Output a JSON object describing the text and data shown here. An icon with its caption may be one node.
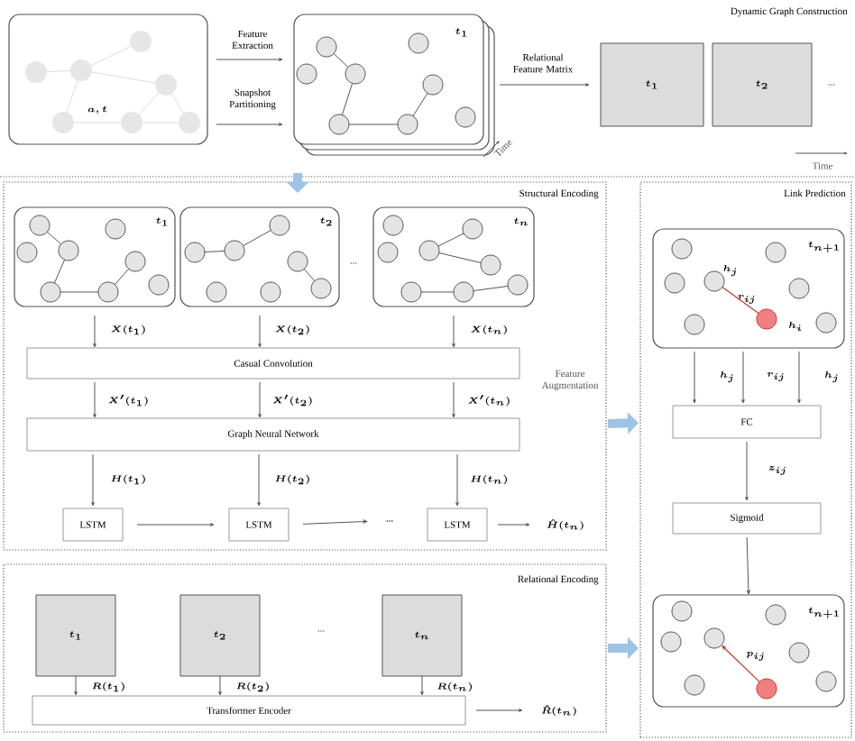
{
  "diagram": {
    "nodes": [
      {
        "text": [
          "Dynamic Graph Construction"
        ]
      },
      {
        "text": [
          "a, t"
        ],
        "in": 0
      },
      {
        "text": [
          "t_1"
        ],
        "in": 0
      },
      {
        "text": [
          "t_1"
        ],
        "in": 0
      },
      {
        "text": [
          "t_2"
        ],
        "in": 0
      },
      {
        "text": [
          "Structural Encoding"
        ]
      },
      {
        "text": [
          "t_1"
        ],
        "in": 5
      },
      {
        "text": [
          "t_2"
        ],
        "in": 5
      },
      {
        "text": [
          "t_n"
        ],
        "in": 5
      },
      {
        "text": [
          "Casual Convolution"
        ],
        "in": 5
      },
      {
        "text": [
          "Graph Neural Network"
        ],
        "in": 5
      },
      {
        "text": [
          "LSTM"
        ],
        "in": 5
      },
      {
        "text": [
          "LSTM"
        ],
        "in": 5
      },
      {
        "text": [
          "LSTM"
        ],
        "in": 5
      },
      {
        "text": [
          "\\hat{H}(t_n)"
        ],
        "in": 5
      },
      {
        "text": [
          "Relational Encoding"
        ]
      },
      {
        "text": [
          "t_1"
        ],
        "in": 15
      },
      {
        "text": [
          "t_2"
        ],
        "in": 15
      },
      {
        "text": [
          "t_n"
        ],
        "in": 15
      },
      {
        "text": [
          "Transformer Encoder"
        ],
        "in": 15
      },
      {
        "text": [
          "\\hat{R}(t_n)"
        ],
        "in": 15
      },
      {
        "text": [
          "Link Prediction"
        ]
      },
      {
        "text": [
          "t_{n+1}",
          "h_j",
          "r_{ij}",
          "h_i"
        ],
        "in": 21
      },
      {
        "text": [
          "FC"
        ],
        "in": 21
      },
      {
        "text": [
          "Sigmoid"
        ],
        "in": 21
      },
      {
        "text": [
          "t_{n+1}",
          "p_{ij}"
        ],
        "in": 21
      },
      {
        "text": [
          "..."
        ],
        "in": 5
      }
    ],
    "edges": [
      {
        "from": 1,
        "to": 2,
        "arrow": "to",
        "label": "Feature Extraction"
      },
      {
        "from": 1,
        "to": 2,
        "arrow": "to",
        "label": "Snapshot Partitioning"
      },
      {
        "from": 2,
        "to": 3,
        "arrow": "to",
        "label": "Relational Feature Matrix"
      },
      {
        "from": 0,
        "to": 5,
        "arrow": "to",
        "style": "thick",
        "color": "#9dc3e6"
      },
      {
        "from": 6,
        "to": 9,
        "arrow": "to",
        "label": "X(t_1)"
      },
      {
        "from": 7,
        "to": 9,
        "arrow": "to",
        "label": "X(t_2)"
      },
      {
        "from": 8,
        "to": 9,
        "arrow": "to",
        "label": "X(t_n)"
      },
      {
        "from": 9,
        "to": 10,
        "arrow": "to",
        "label": "X'(t_1)"
      },
      {
        "from": 9,
        "to": 10,
        "arrow": "to",
        "label": "X'(t_2)"
      },
      {
        "from": 9,
        "to": 10,
        "arrow": "to",
        "label": "X'(t_n)"
      },
      {
        "from": 10,
        "to": 11,
        "arrow": "to",
        "label": "H(t_1)"
      },
      {
        "from": 10,
        "to": 12,
        "arrow": "to",
        "label": "H(t_2)"
      },
      {
        "from": 10,
        "to": 13,
        "arrow": "to",
        "label": "H(t_n)"
      },
      {
        "from": 11,
        "to": 12,
        "arrow": "to"
      },
      {
        "from": 12,
        "to": 26,
        "arrow": "to"
      },
      {
        "from": 13,
        "to": 14,
        "arrow": "to"
      },
      {
        "from": 16,
        "to": 19,
        "arrow": "to",
        "label": "R(t_1)"
      },
      {
        "from": 17,
        "to": 19,
        "arrow": "to",
        "label": "R(t_2)"
      },
      {
        "from": 18,
        "to": 19,
        "arrow": "to",
        "label": "R(t_n)"
      },
      {
        "from": 19,
        "to": 20,
        "arrow": "to"
      },
      {
        "from": 5,
        "to": 21,
        "arrow": "to",
        "style": "thick",
        "color": "#9dc3e6"
      },
      {
        "from": 15,
        "to": 21,
        "arrow": "to",
        "style": "thick",
        "color": "#9dc3e6"
      },
      {
        "from": 22,
        "to": 23,
        "arrow": "to",
        "label": "h_j"
      },
      {
        "from": 22,
        "to": 23,
        "arrow": "to",
        "label": "r_{ij}"
      },
      {
        "from": 22,
        "to": 23,
        "arrow": "to",
        "label": "h_j"
      },
      {
        "from": 23,
        "to": 24,
        "arrow": "to",
        "label": "z_{ij}"
      },
      {
        "from": 24,
        "to": 25,
        "arrow": "to"
      }
    ],
    "labels": [
      "Time",
      "...",
      "Time",
      "...",
      "Feature Augmentation",
      "..."
    ]
  }
}
